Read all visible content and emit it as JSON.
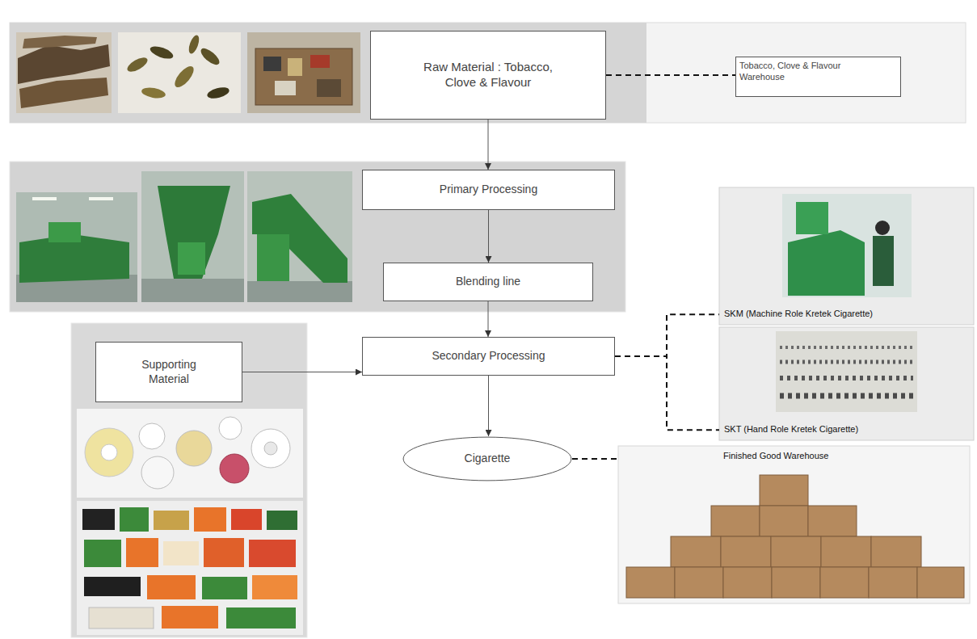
{
  "diagram": {
    "nodes": [
      {
        "text": [
          "Raw Material : Tobacco, Clove & Flavour"
        ]
      },
      {
        "text": [
          "Tobacco, Clove & Flavour Warehouse"
        ]
      },
      {
        "text": [
          "Primary Processing"
        ]
      },
      {
        "text": [
          "Blending line"
        ]
      },
      {
        "text": [
          "Supporting Material"
        ]
      },
      {
        "text": [
          "Secondary Processing"
        ]
      },
      {
        "text": [
          "SKM (Machine Role Kretek Cigarette)"
        ]
      },
      {
        "text": [
          "SKT (Hand Role Kretek Cigarette)"
        ]
      },
      {
        "text": [
          "Cigarette"
        ]
      },
      {
        "text": [
          "Finished Good Warehouse"
        ]
      }
    ],
    "edges": [
      {
        "from": 0,
        "to": 1,
        "arrow": "none"
      },
      {
        "from": 0,
        "to": 2,
        "arrow": "to"
      },
      {
        "from": 2,
        "to": 3,
        "arrow": "to"
      },
      {
        "from": 3,
        "to": 5,
        "arrow": "to"
      },
      {
        "from": 4,
        "to": 5,
        "arrow": "to"
      },
      {
        "from": 5,
        "to": 6,
        "arrow": "none"
      },
      {
        "from": 5,
        "to": 7,
        "arrow": "none"
      },
      {
        "from": 5,
        "to": 8,
        "arrow": "to"
      },
      {
        "from": 8,
        "to": 9,
        "arrow": "none"
      }
    ]
  }
}
